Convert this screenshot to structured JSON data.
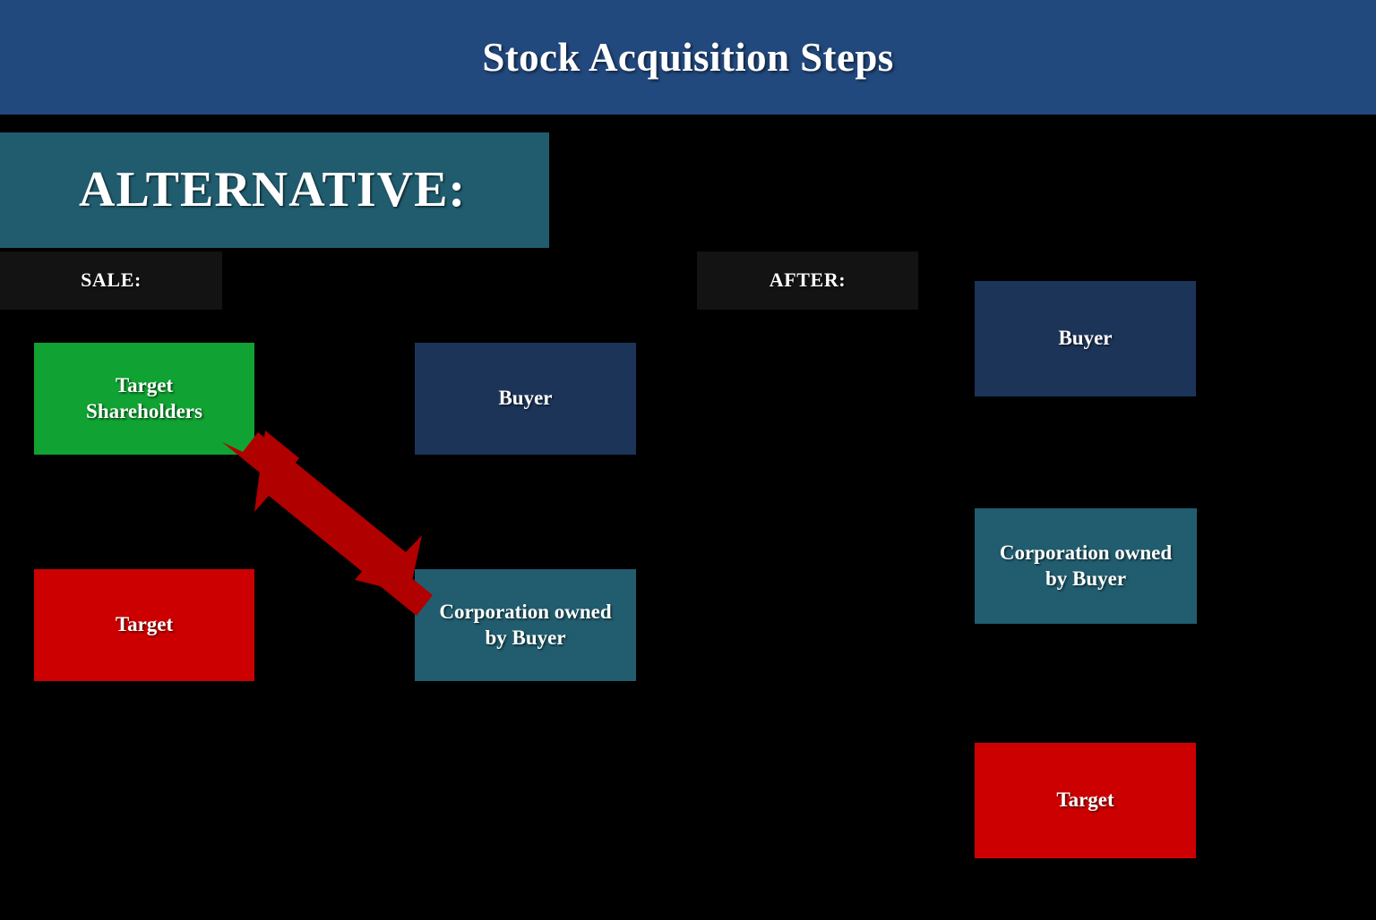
{
  "header": {
    "title": "Stock Acquisition Steps",
    "band_color": "#22497E",
    "title_color": "#FFFFFF"
  },
  "banner": {
    "label": "ALTERNATIVE:",
    "color": "#205C6E"
  },
  "section_labels": {
    "sale": "SALE:",
    "after": "AFTER:",
    "strip_color": "#131313"
  },
  "palette": {
    "background": "#000000",
    "green": "#10A232",
    "navy": "#1C3458",
    "red": "#CC0000",
    "teal": "#215D6E",
    "arrow_red": "#B00000",
    "text": "#FFFFFF"
  },
  "sale_stage": {
    "boxes": [
      {
        "id": "target-shareholders",
        "label": "Target\nShareholders",
        "color": "#10A232"
      },
      {
        "id": "buyer",
        "label": "Buyer",
        "color": "#1C3458"
      },
      {
        "id": "target",
        "label": "Target",
        "color": "#CC0000"
      },
      {
        "id": "corporation-owned-by-buyer",
        "label": "Corporation owned\nby Buyer",
        "color": "#215D6E"
      }
    ],
    "arrows": [
      {
        "id": "arrow-up-left",
        "from": "corporation-owned-by-buyer",
        "to": "target-shareholders",
        "direction": "up-left",
        "color": "#B00000"
      },
      {
        "id": "arrow-down-right",
        "from": "target-shareholders",
        "to": "corporation-owned-by-buyer",
        "direction": "down-right",
        "color": "#B00000"
      }
    ]
  },
  "after_stage": {
    "boxes": [
      {
        "id": "buyer",
        "label": "Buyer",
        "color": "#1C3458"
      },
      {
        "id": "corporation-owned-by-buyer",
        "label": "Corporation owned\nby Buyer",
        "color": "#215D6E"
      },
      {
        "id": "target",
        "label": "Target",
        "color": "#CC0000"
      }
    ]
  },
  "text": {
    "target_shareholders_line1": "Target",
    "target_shareholders_line2": "Shareholders",
    "buyer": "Buyer",
    "target": "Target",
    "corporation_line1": "Corporation owned",
    "corporation_line2": "by Buyer"
  }
}
